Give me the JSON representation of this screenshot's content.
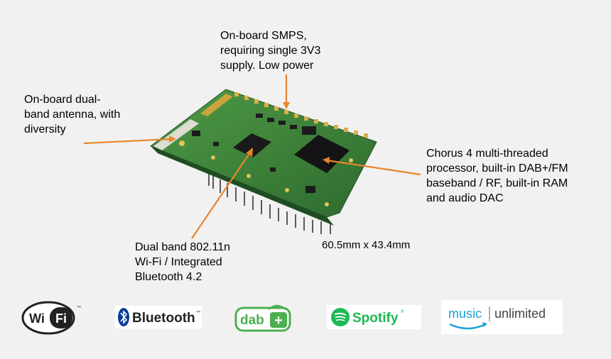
{
  "callouts": {
    "smps": [
      "On-board SMPS,",
      "requiring single 3V3",
      "supply. Low power"
    ],
    "antenna": [
      "On-board dual-",
      "band antenna, with",
      "diversity"
    ],
    "chorus": [
      "Chorus 4 multi-threaded",
      "processor, built-in DAB+/FM",
      "baseband / RF, built-in RAM",
      "and audio DAC"
    ],
    "wifi": [
      "Dual band 802.11n",
      "Wi-Fi / Integrated",
      "Bluetooth 4.2"
    ],
    "dimensions": "60.5mm x 43.4mm"
  },
  "logos": {
    "wifi": {
      "text": "WiFi",
      "tm": "™",
      "icon": "wifi-logo"
    },
    "bluetooth": {
      "text": "Bluetooth",
      "tm": "™",
      "icon": "bluetooth-rune-icon",
      "color": "#0a3d91"
    },
    "dab": {
      "text": "dab",
      "plus": "+",
      "icon": "dab-plus-logo",
      "color": "#4caf50"
    },
    "spotify": {
      "text": "Spotify",
      "tm": "®",
      "icon": "spotify-icon",
      "color": "#1db954"
    },
    "amazon": {
      "left": "music",
      "right": "unlimited",
      "icon": "amazon-smile-icon",
      "color": "#1ba1d8"
    }
  },
  "colors": {
    "arrow": "#e8862a",
    "pcb": "#3a7a3a",
    "pcb_dark": "#2b5f2b",
    "chip": "#1a1a1a"
  }
}
